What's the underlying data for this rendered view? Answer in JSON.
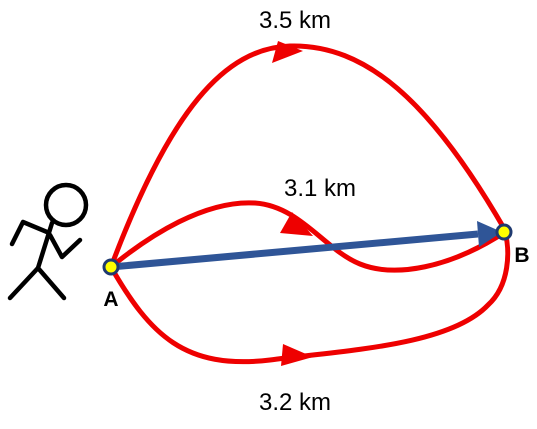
{
  "colors": {
    "route": "#ee0000",
    "displacement": "#2f5597",
    "point_fill": "#ffff00",
    "point_stroke": "#1f3a70",
    "figure": "#000000"
  },
  "icons": {
    "walker": "stick-figure-walker-icon"
  },
  "points": {
    "start": "A",
    "end": "B"
  },
  "routes": {
    "top": {
      "distance": "3.5 km"
    },
    "middle": {
      "distance": "3.1 km"
    },
    "bottom": {
      "distance": "3.2 km"
    }
  }
}
